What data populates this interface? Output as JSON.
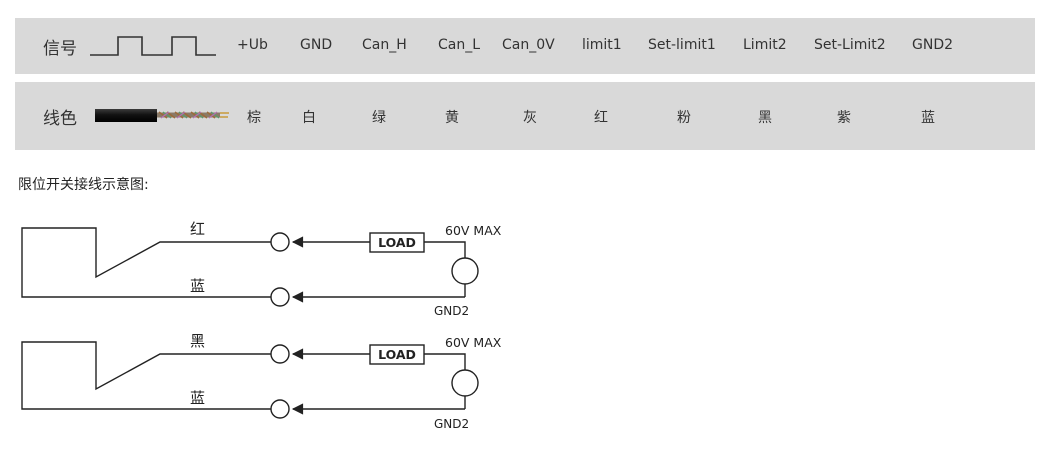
{
  "signal_row": {
    "title": "信号",
    "labels": [
      "+Ub",
      "GND",
      "Can_H",
      "Can_L",
      "Can_0V",
      "limit1",
      "Set-limit1",
      "Limit2",
      "Set-Limit2",
      "GND2"
    ]
  },
  "color_row": {
    "title": "线色",
    "labels": [
      "棕",
      "白",
      "绿",
      "黄",
      "灰",
      "红",
      "粉",
      "黑",
      "紫",
      "蓝"
    ]
  },
  "diagram": {
    "caption": "限位开关接线示意图:",
    "circuit1": {
      "top_wire": "红",
      "bottom_wire": "蓝",
      "load": "LOAD",
      "supply": "60V MAX",
      "ground": "GND2"
    },
    "circuit2": {
      "top_wire": "黑",
      "bottom_wire": "蓝",
      "load": "LOAD",
      "supply": "60V MAX",
      "ground": "GND2"
    }
  }
}
